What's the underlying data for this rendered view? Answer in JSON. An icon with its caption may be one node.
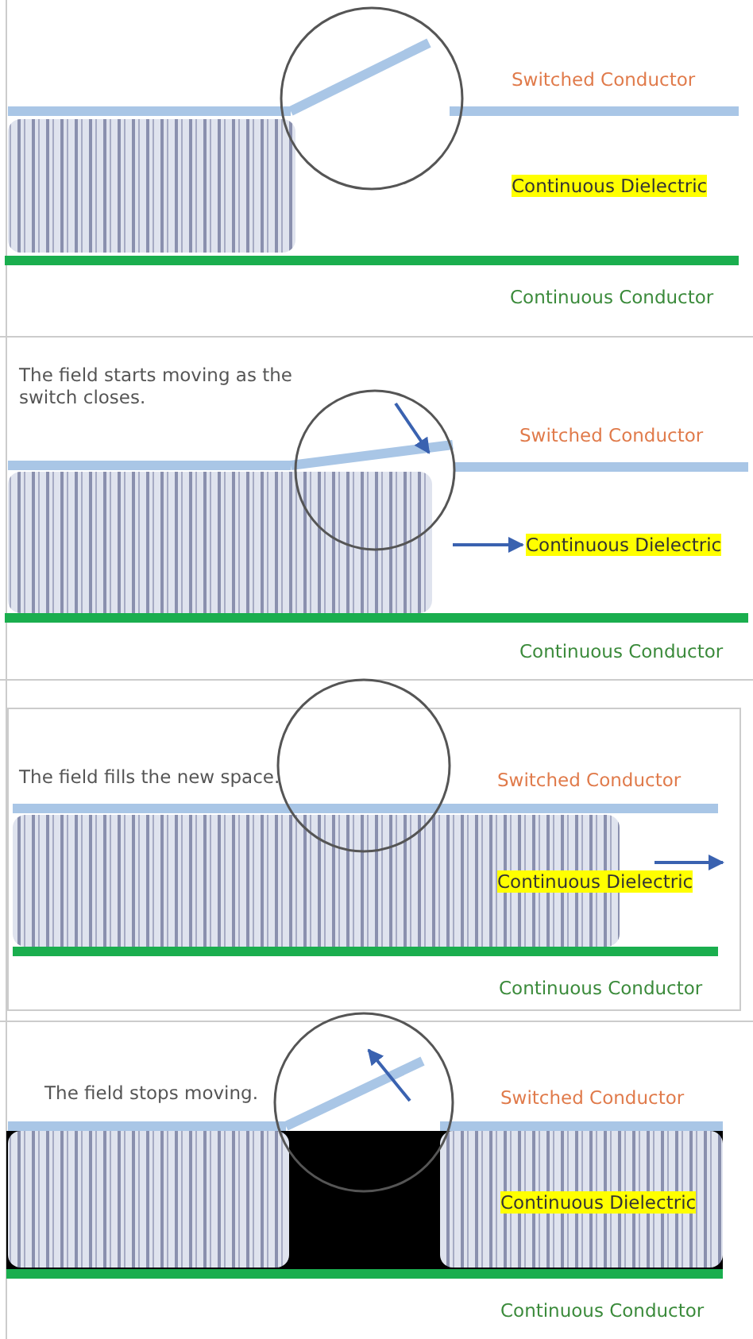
{
  "diagram": {
    "labels": [
      "Switched Conductor",
      "Continuous Dielectric",
      "Continuous Conductor",
      "The field starts moving as the switch closes.",
      "Switched Conductor",
      "Continuous Dielectric",
      "Continuous Conductor",
      "The field fills the new space.",
      "Switched Conductor",
      "Continuous Dielectric",
      "Continuous Conductor",
      "The field stops moving.",
      "Switched Conductor",
      "Continuous Dielectric",
      "Continuous Conductor"
    ]
  }
}
